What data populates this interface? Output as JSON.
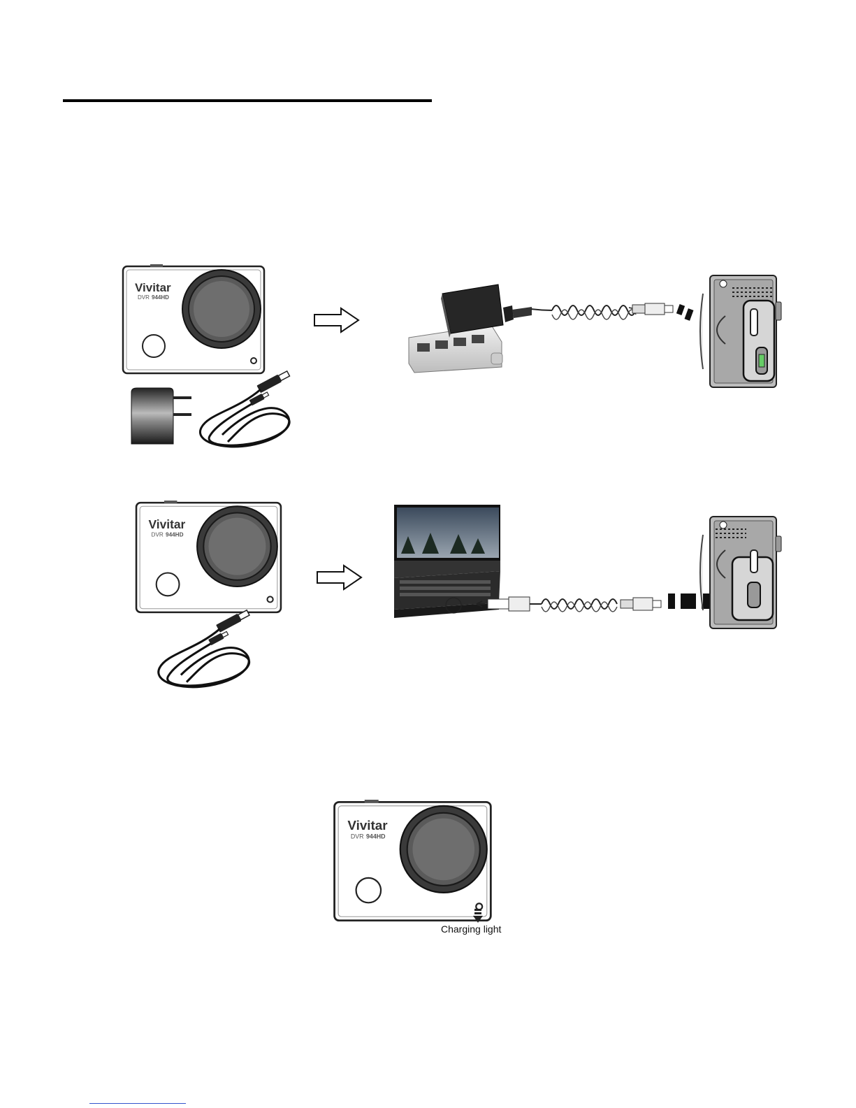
{
  "camera": {
    "brand": "Vivitar",
    "model_prefix": "DVR",
    "model_number": "944HD"
  },
  "charging_light_label": "Charging light",
  "icons": [
    "camera-front",
    "wall-adapter",
    "usb-cable",
    "arrow-right",
    "power-strip",
    "laptop",
    "camera-side-ports"
  ]
}
